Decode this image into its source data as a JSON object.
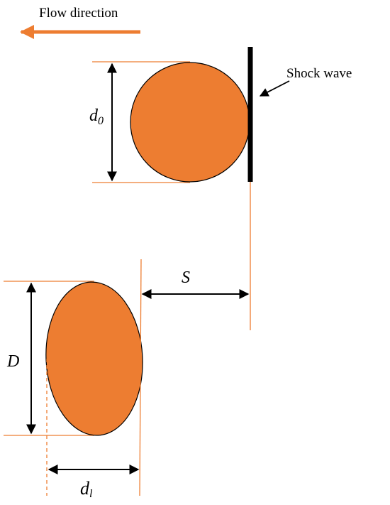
{
  "labels": {
    "flow_direction": "Flow direction",
    "shock_wave": "Shock wave",
    "d0_main": "d",
    "d0_sub": "0",
    "distance": "S",
    "major_axis": "D",
    "dl_main": "d",
    "dl_sub": "l"
  },
  "colors": {
    "droplet_fill": "#ED7D31",
    "droplet_stroke": "#000000",
    "guide_line": "#ED7D31",
    "arrow": "#000000",
    "shock_wave": "#000000",
    "flow_arrow": "#ED7D31"
  }
}
